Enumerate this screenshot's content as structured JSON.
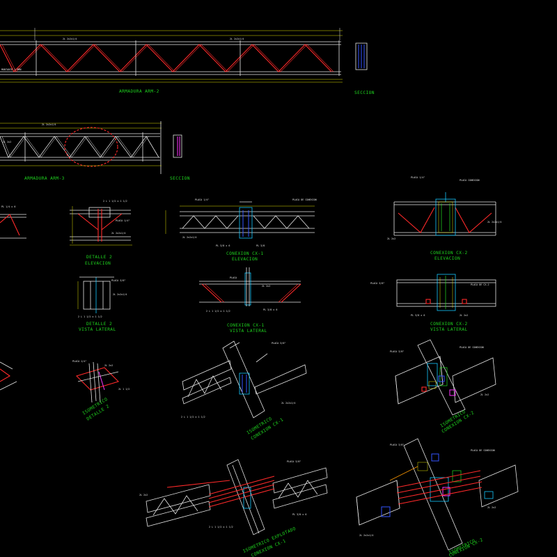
{
  "titles": {
    "arm2": "ARMADURA ARM-2",
    "arm2_sec": "SECCION",
    "arm3": "ARMADURA ARM-3",
    "arm3_sec": "SECCION",
    "det2_elev_1": "DETALLE 2",
    "det2_elev_2": "ELEVACION",
    "cx1_elev_1": "CONEXION CX-1",
    "cx1_elev_2": "ELEVACION",
    "cx2_elev_1": "CONEXION CX-2",
    "cx2_elev_2": "ELEVACION",
    "det2_lat_1": "DETALLE 2",
    "det2_lat_2": "VISTA LATERAL",
    "cx1_lat_1": "CONEXION CX-1",
    "cx1_lat_2": "VISTA LATERAL",
    "cx2_lat_1": "CONEXION CX-2",
    "cx2_lat_2": "VISTA LATERAL",
    "iso_det2_1": "ISOMETRICO",
    "iso_det2_2": "DETALLE 2",
    "iso_cx1_1": "ISOMETRICO",
    "iso_cx1_2": "CONEXION CX-1",
    "iso_cx2_1": "ISOMETRICO",
    "iso_cx2_2": "CONEXION CX-2",
    "isoexp_cx1_1": "ISOMETRICO EXPLOTADO",
    "isoexp_cx1_2": "CONEXION CX-1",
    "isoexp_cx2_1": "ISOMETRICO",
    "isoexp_cx2_2": "CONEXION CX-2"
  },
  "colors": {
    "background": "#000000",
    "title": "#1fd51f",
    "linework": "#e6e6e6",
    "members": "#ff2a2a",
    "dimensions": "#e0e000",
    "plates": "#16c8ff",
    "section": "#ff33ff",
    "bolts": "#3355ff"
  }
}
